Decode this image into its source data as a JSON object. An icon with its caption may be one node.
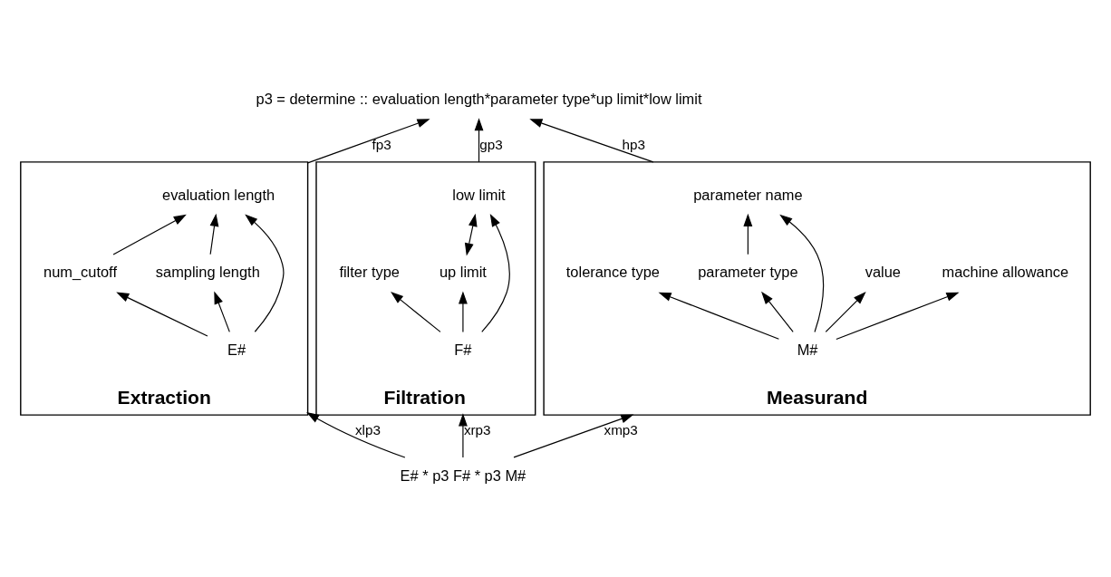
{
  "diagram": {
    "nodes": [
      {
        "text": [
          "p3 = determine :: evaluation length*parameter type*up limit*low limit"
        ]
      },
      {
        "text": [
          "Extraction"
        ]
      },
      {
        "text": [
          "E#"
        ],
        "in": 1
      },
      {
        "text": [
          "num_cutoff"
        ],
        "in": 1
      },
      {
        "text": [
          "sampling length"
        ],
        "in": 1
      },
      {
        "text": [
          "evaluation length"
        ],
        "in": 1
      },
      {
        "text": [
          "Filtration"
        ]
      },
      {
        "text": [
          "F#"
        ],
        "in": 6
      },
      {
        "text": [
          "filter type"
        ],
        "in": 6
      },
      {
        "text": [
          "up limit"
        ],
        "in": 6
      },
      {
        "text": [
          "low limit"
        ],
        "in": 6
      },
      {
        "text": [
          "Measurand"
        ]
      },
      {
        "text": [
          "M#"
        ],
        "in": 11
      },
      {
        "text": [
          "tolerance type"
        ],
        "in": 11
      },
      {
        "text": [
          "parameter type"
        ],
        "in": 11
      },
      {
        "text": [
          "parameter name"
        ],
        "in": 11
      },
      {
        "text": [
          "value"
        ],
        "in": 11
      },
      {
        "text": [
          "machine allowance"
        ],
        "in": 11
      },
      {
        "text": [
          "E# * p3 F# * p3 M#"
        ]
      }
    ],
    "edges": [
      {
        "from": 1,
        "to": 0,
        "arrow": "to",
        "label": "fp3"
      },
      {
        "from": 6,
        "to": 0,
        "arrow": "to",
        "label": "gp3"
      },
      {
        "from": 11,
        "to": 0,
        "arrow": "to",
        "label": "hp3"
      },
      {
        "from": 2,
        "to": 3,
        "arrow": "to"
      },
      {
        "from": 2,
        "to": 4,
        "arrow": "to"
      },
      {
        "from": 2,
        "to": 5,
        "arrow": "to"
      },
      {
        "from": 3,
        "to": 5,
        "arrow": "to"
      },
      {
        "from": 4,
        "to": 5,
        "arrow": "to"
      },
      {
        "from": 7,
        "to": 8,
        "arrow": "to"
      },
      {
        "from": 7,
        "to": 9,
        "arrow": "to"
      },
      {
        "from": 7,
        "to": 10,
        "arrow": "to"
      },
      {
        "from": 9,
        "to": 10,
        "arrow": "both"
      },
      {
        "from": 12,
        "to": 13,
        "arrow": "to"
      },
      {
        "from": 12,
        "to": 14,
        "arrow": "to"
      },
      {
        "from": 12,
        "to": 15,
        "arrow": "to"
      },
      {
        "from": 12,
        "to": 16,
        "arrow": "to"
      },
      {
        "from": 12,
        "to": 17,
        "arrow": "to"
      },
      {
        "from": 14,
        "to": 15,
        "arrow": "to"
      },
      {
        "from": 18,
        "to": 1,
        "arrow": "to",
        "label": "xlp3"
      },
      {
        "from": 18,
        "to": 6,
        "arrow": "to",
        "label": "xrp3"
      },
      {
        "from": 18,
        "to": 11,
        "arrow": "to",
        "label": "xmp3"
      }
    ]
  }
}
